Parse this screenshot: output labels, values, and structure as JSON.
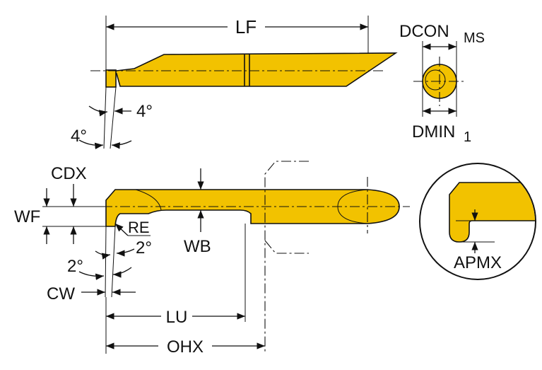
{
  "labels": {
    "lf": "LF",
    "dcon": "DCON",
    "dcon_sub": "MS",
    "dmin": "DMIN",
    "dmin_sub": "1",
    "angle_top_1": "4°",
    "angle_top_2": "4°",
    "cdx": "CDX",
    "wf": "WF",
    "re": "RE",
    "angle_side_1": "2°",
    "angle_side_2": "2°",
    "wb": "WB",
    "cw": "CW",
    "lu": "LU",
    "ohx": "OHX",
    "apmx": "APMX"
  },
  "colors": {
    "tool_fill": "#F2C200",
    "line": "#111111",
    "background": "#FFFFFF"
  }
}
